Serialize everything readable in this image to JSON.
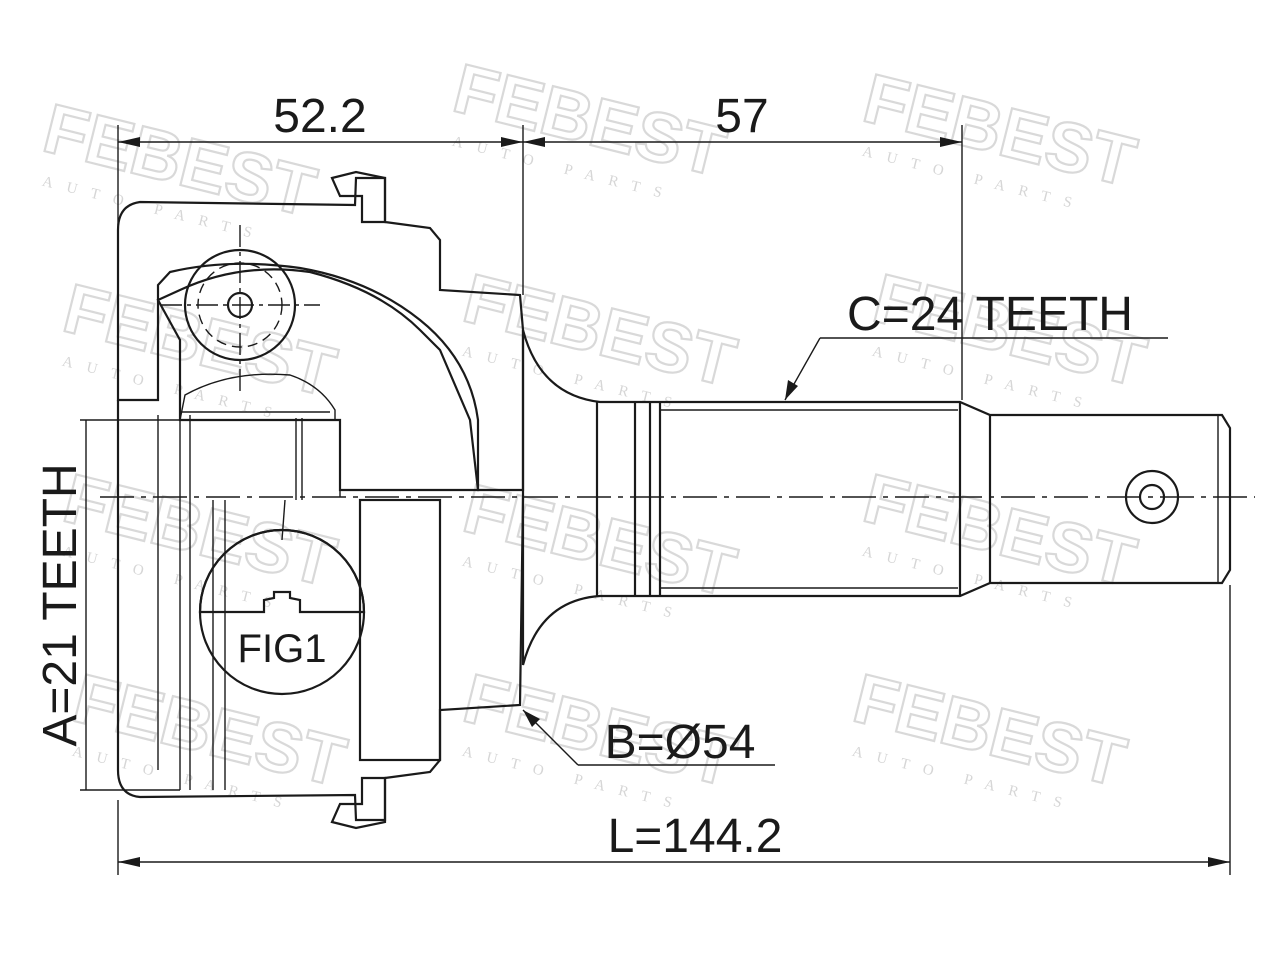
{
  "watermark": {
    "brand": "FEBEST",
    "tagline": "AUTO PARTS"
  },
  "dimensions": {
    "bell_length": "52.2",
    "shaft_length": "57",
    "total_length": "L=144.2",
    "inner_spline": "A=21 TEETH",
    "outer_diameter": "B=Ø54",
    "outer_spline": "C=24 TEETH",
    "detail_label": "FIG1"
  },
  "colors": {
    "line": "#1a1a1a",
    "watermark": "#d9d9d9"
  }
}
